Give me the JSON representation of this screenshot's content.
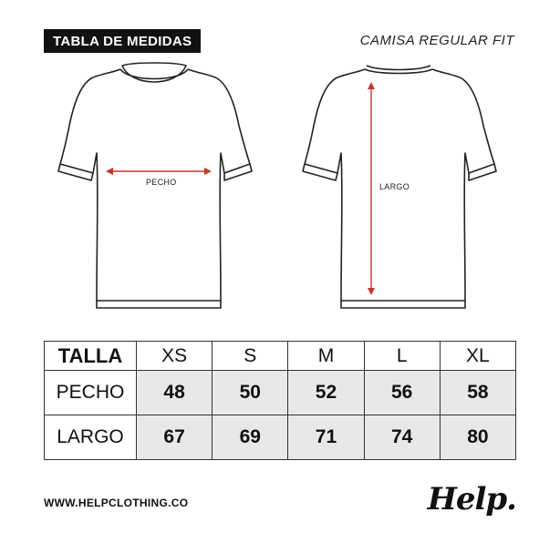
{
  "header": {
    "title": "TABLA DE MEDIDAS",
    "subtitle": "CAMISA REGULAR FIT"
  },
  "diagram": {
    "front_label": "PECHO",
    "back_label": "LARGO",
    "arrow_color": "#c0392b"
  },
  "table": {
    "header": [
      "TALLA",
      "XS",
      "S",
      "M",
      "L",
      "XL"
    ],
    "rows": [
      {
        "label": "PECHO",
        "values": [
          "48",
          "50",
          "52",
          "56",
          "58"
        ]
      },
      {
        "label": "LARGO",
        "values": [
          "67",
          "69",
          "71",
          "74",
          "80"
        ]
      }
    ]
  },
  "footer": {
    "url": "WWW.HELPCLOTHING.CO",
    "logo": "Help."
  }
}
